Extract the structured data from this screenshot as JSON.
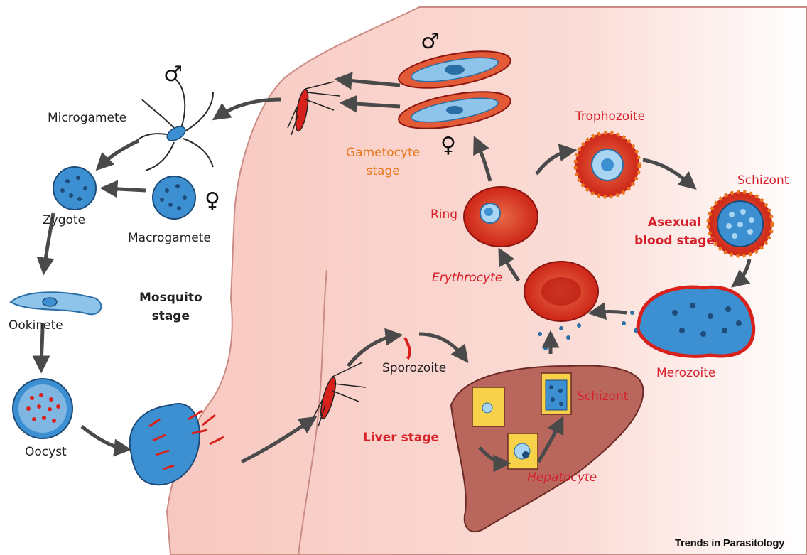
{
  "labels": {
    "microgamete": "Microgamete",
    "zygote": "Zygote",
    "macrogamete": "Macrogamete",
    "ookinete": "Ookinete",
    "oocyst": "Oocyst",
    "mosquito_stage": "Mosquito\nstage",
    "gametocyte_stage": "Gametocyte\nstage",
    "trophozoite": "Trophozoite",
    "schizont_blood": "Schizont",
    "ring": "Ring",
    "asexual_blood_stage": "Asexual\nblood stage",
    "erythrocyte": "Erythrocyte",
    "merozoite": "Merozoite",
    "sporozoite": "Sporozoite",
    "schizont_liver": "Schizont",
    "liver_stage": "Liver stage",
    "hepatocyte": "Hepatocyte"
  },
  "symbols": {
    "male": "♂",
    "female": "♀"
  },
  "credit": "Trends in Parasitology",
  "colors": {
    "skin": "#f6c6bf",
    "skin_edge": "#d98c86",
    "parasite_blue": "#3c8fd0",
    "parasite_light": "#a9d4f2",
    "rbc_red": "#d9211c",
    "liver": "#b9665d",
    "arrow": "#4a4a4a",
    "label_red": "#d6202a",
    "label_orange": "#e8771e"
  }
}
